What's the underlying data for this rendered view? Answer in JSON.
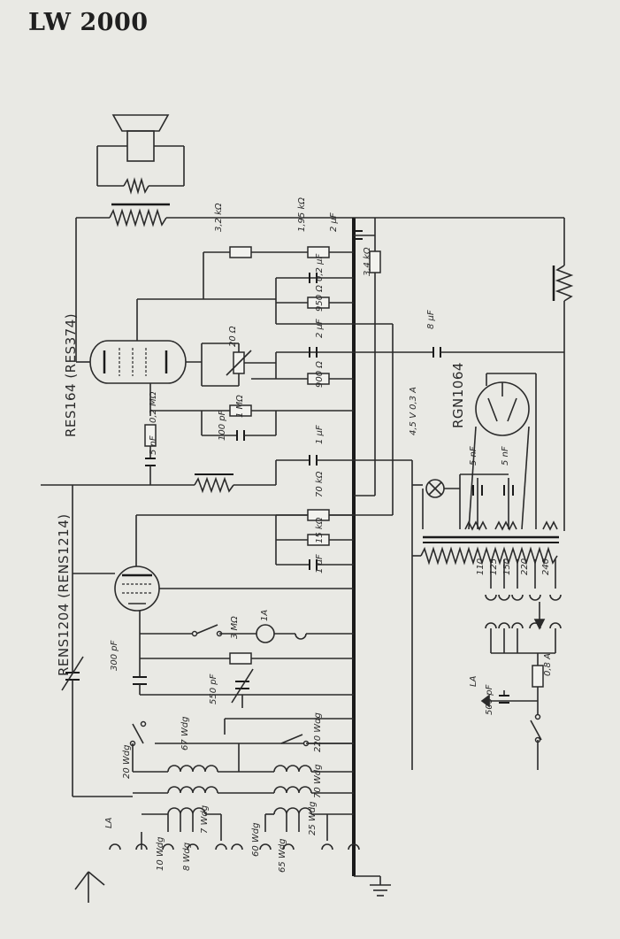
{
  "title": "LW 2000",
  "tubes": {
    "output": "RES164 (RES374)",
    "detector": "RENS1204 (RENS1214)",
    "rectifier": "RGN1064"
  },
  "labels": {
    "r_32k": "3,2 kΩ",
    "r_195k": "1,95 kΩ",
    "c_2uf_a": "2 µF",
    "r_34k": "3,4 kΩ",
    "c_02uf": "0,2 µF",
    "r_950": "950 Ω",
    "c_2uf_b": "2 µF",
    "c_8uf": "8 µF",
    "r_20": "20 Ω",
    "r_900": "900 Ω",
    "r_1m": "1 MΩ",
    "r_02m": "0,2 MΩ",
    "c_100pf": "100 pF",
    "c_5nf_a": "5 nF",
    "c_1uf_a": "1 µF",
    "lamp": "4,5 V 0,3 A",
    "c_5nf_b": "5 nF",
    "c_5nf_c": "5 nF",
    "r_70k": "70 kΩ",
    "r_15k": "15 kΩ",
    "c_1uf_b": "1 µF",
    "v110": "110",
    "v125": "125",
    "v150": "150",
    "v220": "220",
    "v240": "240",
    "r_3m": "3 MΩ",
    "one_a": "1A",
    "c_300pf": "300 pF",
    "c_550pf": "550 pF",
    "fuse": "0,8 A",
    "la_right": "LA",
    "c_500pf": "500 pF",
    "w67": "67 Wdg",
    "w220": "220 Wdg",
    "w20": "20 Wdg",
    "w70": "70 Wdg",
    "la_left": "LA",
    "w7": "7 Wdg",
    "w10": "10 Wdg",
    "w8": "8 Wdg",
    "w60": "60 Wdg",
    "w65": "65 Wdg",
    "w25": "25 Wdg"
  }
}
